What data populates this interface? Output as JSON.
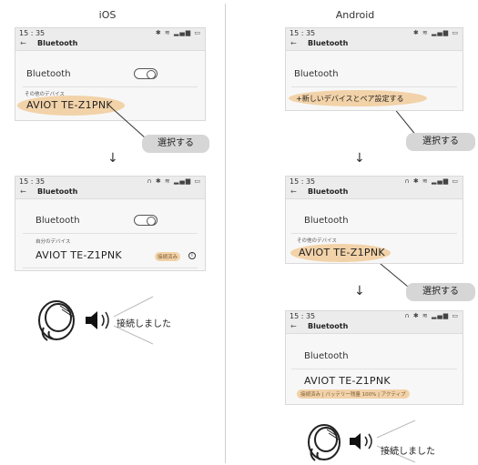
{
  "headers": {
    "ios": "iOS",
    "android": "Android"
  },
  "arrow": "↓",
  "phone": {
    "time": "15 : 35",
    "status_icons_a": "✱ ≋ ▂▄▆ ▭",
    "status_icons_b": "∩ ✱ ≋ ▂▄▆ ▭",
    "back": "←",
    "title": "Bluetooth",
    "bluetooth_label": "Bluetooth"
  },
  "ios": {
    "other_devices": "その他のデバイス",
    "my_devices": "自分のデバイス",
    "device_name": "AVIOT TE-Z1PNK",
    "connected_badge": "接続済み",
    "callout": "選択する",
    "connected_msg": "接続しました"
  },
  "android": {
    "pair_new": "+新しいデバイスとペア設定する",
    "other_devices": "その他のデバイス",
    "device_name": "AVIOT TE-Z1PNK",
    "info_line": "接続済み | バッテリー残量 100% | アクティブ",
    "callout1": "選択する",
    "callout2": "選択する",
    "connected_msg": "接続しました"
  },
  "colors": {
    "highlight": "#f2d2a8",
    "callout_bg": "#d6d6d6"
  }
}
